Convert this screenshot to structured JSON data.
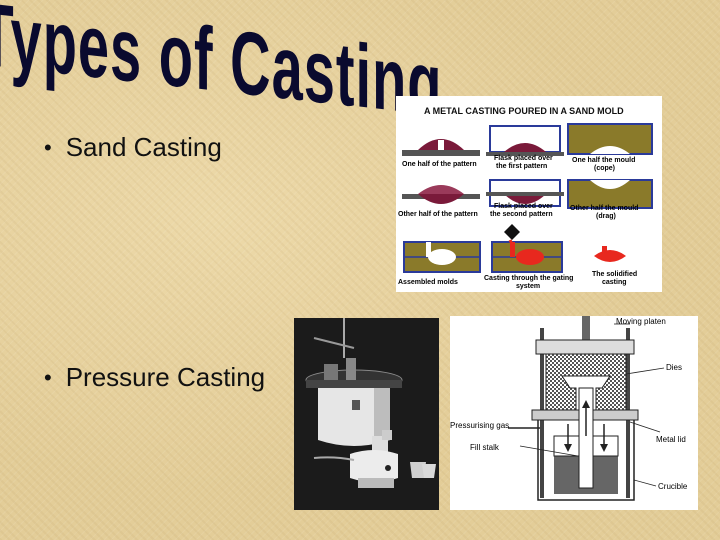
{
  "slide": {
    "title": "Types of Casting",
    "bullets": [
      {
        "marker": "•",
        "text": "Sand Casting"
      },
      {
        "marker": "•",
        "text": "Pressure Casting"
      }
    ]
  },
  "sand_figure": {
    "heading": "A METAL CASTING POURED IN A SAND MOLD",
    "captions": {
      "one_half_pattern": "One half of the pattern",
      "flask_first": [
        "Flask placed over",
        "the first pattern"
      ],
      "one_half_mould": [
        "One half the mould",
        "(cope)"
      ],
      "other_half_pattern": "Other half of the pattern",
      "flask_second": [
        "Flask placed over",
        "the second pattern"
      ],
      "other_half_mould": [
        "Other half the mould",
        "(drag)"
      ],
      "assembled": "Assembled molds",
      "casting_through": [
        "Casting through the gating",
        "system"
      ],
      "solidified": [
        "The solidified",
        "casting"
      ]
    }
  },
  "pressure_diagram": {
    "labels": {
      "moving_platen": "Moving platen",
      "dies": "Dies",
      "pressurising_gas": "Pressurising gas",
      "fill_stalk": "Fill stalk",
      "metal_lid": "Metal lid",
      "crucible": "Crucible"
    }
  },
  "colors": {
    "title": "#0a0a2e",
    "pattern": "#7a1a3a",
    "sand": "#8a7a2a",
    "metal": "#e8281e",
    "background": "#e3cd98"
  }
}
